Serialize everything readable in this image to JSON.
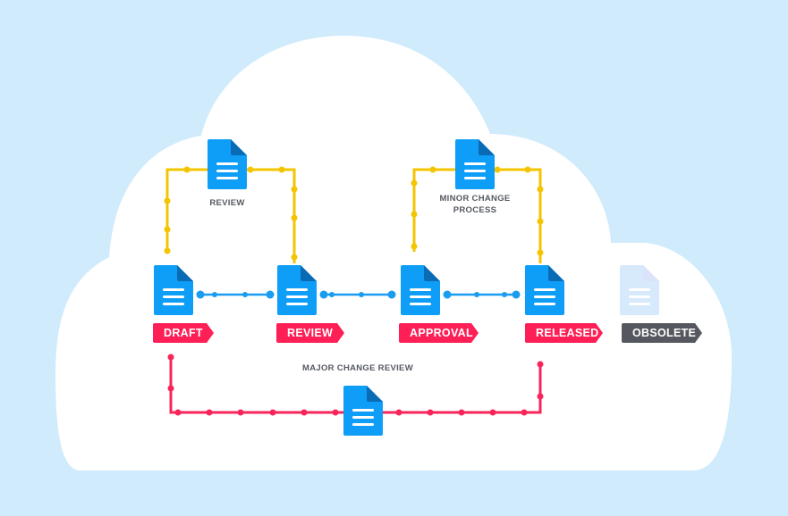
{
  "colors": {
    "background": "#d0ebfc",
    "cloud": "#ffffff",
    "doc_blue": "#0f9ef7",
    "doc_fold": "#0a6bb5",
    "doc_faded": "#d6eafb",
    "doc_faded_fold": "#dbe3fb",
    "minor_line": "#f5c400",
    "main_line": "#1a9cf0",
    "major_line": "#f8245a",
    "tag_active": "#fd1f55",
    "tag_obsolete": "#55585e",
    "caption": "#555a60"
  },
  "stages": [
    {
      "id": "draft",
      "label": "DRAFT",
      "state": "active",
      "icon": "document-icon"
    },
    {
      "id": "review",
      "label": "REVIEW",
      "state": "active",
      "icon": "document-icon"
    },
    {
      "id": "approval",
      "label": "APPROVAL",
      "state": "active",
      "icon": "document-icon"
    },
    {
      "id": "released",
      "label": "RELEASED",
      "state": "active",
      "icon": "document-icon"
    },
    {
      "id": "obsolete",
      "label": "OBSOLETE",
      "state": "inactive",
      "icon": "document-icon"
    }
  ],
  "loops": {
    "review_loop": {
      "caption": "REVIEW",
      "from": "draft",
      "to": "review",
      "icon": "document-icon"
    },
    "minor_change": {
      "caption_line1": "MINOR CHANGE",
      "caption_line2": "PROCESS",
      "from": "approval",
      "to": "released",
      "icon": "document-icon"
    },
    "major_change": {
      "caption": "MAJOR CHANGE REVIEW",
      "from": "released",
      "to": "draft",
      "icon": "document-icon"
    }
  }
}
